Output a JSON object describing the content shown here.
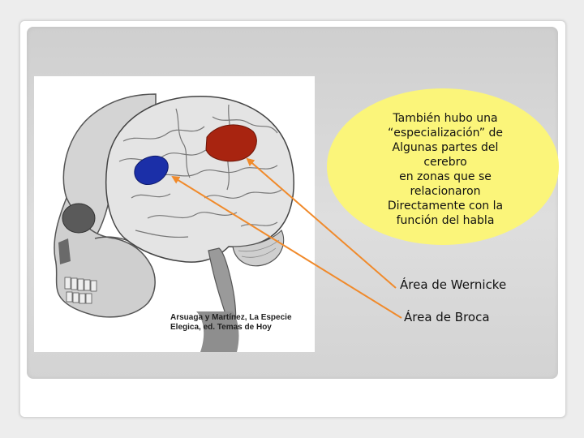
{
  "info_box": {
    "text": "También hubo una\n“especialización” de\nAlgunas partes del\ncerebro\nen zonas que se\nrelacionaron\nDirectamente con  la\nfunción del habla"
  },
  "labels": {
    "wernicke": "Área de Wernicke",
    "broca": "Área de Broca"
  },
  "image_caption": "Arsuaga y Martínez, La Especie\nElegica, ed. Temas de Hoy",
  "colors": {
    "arrow": "#f08a2b",
    "bubble": "#fbf57a",
    "wernicke_area": "#a82410",
    "broca_area": "#1b2fa8"
  }
}
